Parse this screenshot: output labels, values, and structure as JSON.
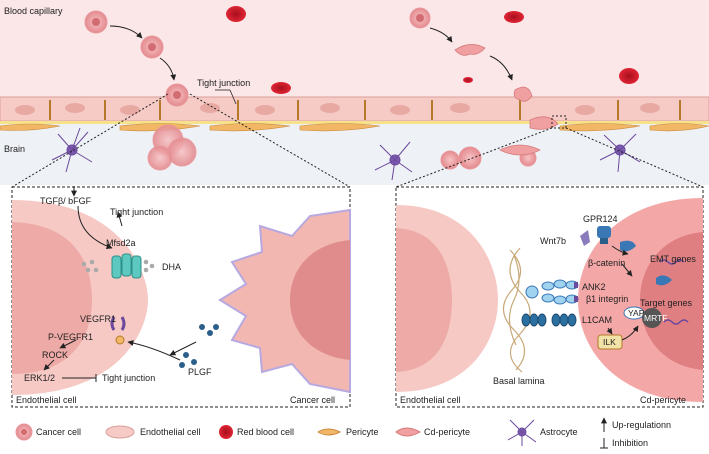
{
  "top": {
    "blood_capillary": "Blood capillary",
    "tight_junction": "Tight junction",
    "brain": "Brain"
  },
  "left_panel": {
    "tgfb": "TGFβ/ bFGF",
    "tight_junction_top": "Tight junction",
    "mfsd2a": "Mfsd2a",
    "dha": "DHA",
    "vegfr1": "VEGFR1",
    "p_vegfr1": "P-VEGFR1",
    "rock": "ROCK",
    "erk": "ERK1/2",
    "tight_junction_bottom": "Tight junction",
    "plgf": "PLGF",
    "endothelial_cell": "Endothelial cell",
    "cancer_cell": "Cancer cell"
  },
  "right_panel": {
    "gpr124": "GPR124",
    "wnt7b": "Wnt7b",
    "beta_catenin": "β-catenin",
    "emt_genes": "EMT genes",
    "ank2": "ANK2",
    "b1_integrin": "β1 integrin",
    "target_genes": "Target genes",
    "yap": "YAP",
    "mrtf": "MRTF",
    "l1cam": "L1CAM",
    "ilk": "ILK",
    "basal_lamina": "Basal lamina",
    "endothelial_cell": "Endothelial cell",
    "cd_pericyte": "Cd-pericyte"
  },
  "legend": {
    "cancer_cell": "Cancer cell",
    "endothelial_cell": "Endothelial cell",
    "red_blood_cell": "Red blood cell",
    "pericyte": "Pericyte",
    "cd_pericyte": "Cd-pericyte",
    "astrocyte": "Astrocyte",
    "up_regulation": "Up-regulationn",
    "inhibition": "Inhibition"
  },
  "colors": {
    "capillary_bg": "#fbe4e6",
    "brain_bg": "#eef1f5",
    "endothelial": "#f5c8c4",
    "cancer": "#f0a3a6",
    "rbc": "#d81c2c",
    "pericyte": "#f2b766",
    "astrocyte": "#6b4a9e",
    "receptor_blue": "#3a78b5"
  }
}
